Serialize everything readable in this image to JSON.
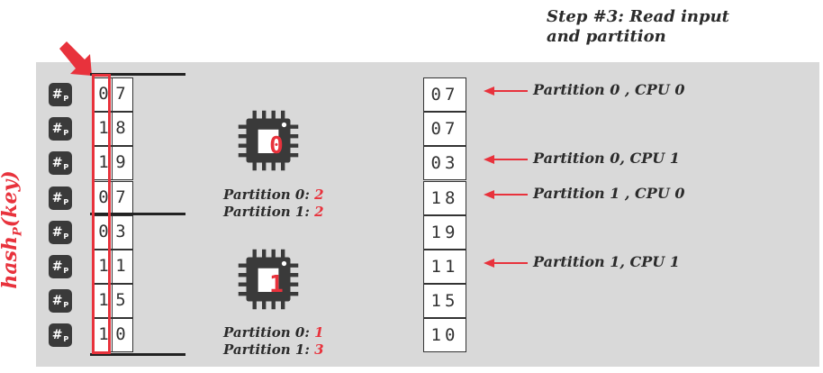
{
  "step_title_line1": "Step #3: Read input",
  "step_title_line2": "and partition",
  "hash_label": "hash",
  "hash_label_sub": "P",
  "hash_label_rest": "(key)",
  "hash_icon_text": "#",
  "hash_icon_sub": "P",
  "input_rows": [
    {
      "d1": "0",
      "d2": "7"
    },
    {
      "d1": "1",
      "d2": "8"
    },
    {
      "d1": "1",
      "d2": "9"
    },
    {
      "d1": "0",
      "d2": "7"
    },
    {
      "d1": "0",
      "d2": "3"
    },
    {
      "d1": "1",
      "d2": "1"
    },
    {
      "d1": "1",
      "d2": "5"
    },
    {
      "d1": "1",
      "d2": "0"
    }
  ],
  "cpus": [
    {
      "id": "0",
      "p0_label": "Partition 0:",
      "p0_value": "2",
      "p1_label": "Partition 1:",
      "p1_value": "2"
    },
    {
      "id": "1",
      "p0_label": "Partition 0:",
      "p0_value": "1",
      "p1_label": "Partition 1:",
      "p1_value": "3"
    }
  ],
  "output_rows": [
    "07",
    "07",
    "03",
    "18",
    "19",
    "11",
    "15",
    "10"
  ],
  "annotations": [
    {
      "row": 0,
      "text": "Partition 0 , CPU 0"
    },
    {
      "row": 2,
      "text": "Partition 0, CPU 1"
    },
    {
      "row": 3,
      "text": "Partition 1 , CPU 0"
    },
    {
      "row": 5,
      "text": "Partition 1, CPU 1"
    }
  ],
  "colors": {
    "accent": "#e8323c",
    "panel": "#d9d9d9",
    "chip": "#3a3a3a"
  }
}
